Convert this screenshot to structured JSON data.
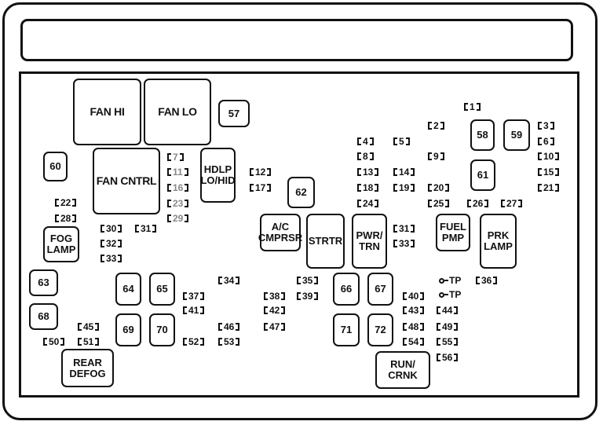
{
  "boxes": [
    {
      "id": "fan-hi",
      "label": "FAN HI"
    },
    {
      "id": "fan-lo",
      "label": "FAN LO"
    },
    {
      "id": "57",
      "label": "57"
    },
    {
      "id": "60",
      "label": "60"
    },
    {
      "id": "fan-cntrl",
      "label": "FAN CNTRL"
    },
    {
      "id": "hdlp",
      "label": "HDLP\nLO/HID"
    },
    {
      "id": "62",
      "label": "62"
    },
    {
      "id": "fog",
      "label": "FOG\nLAMP"
    },
    {
      "id": "ac",
      "label": "A/C\nCMPRSR"
    },
    {
      "id": "strtr",
      "label": "STRTR"
    },
    {
      "id": "pwr",
      "label": "PWR/\nTRN"
    },
    {
      "id": "fuel",
      "label": "FUEL\nPMP"
    },
    {
      "id": "prk",
      "label": "PRK\nLAMP"
    },
    {
      "id": "58",
      "label": "58"
    },
    {
      "id": "59",
      "label": "59"
    },
    {
      "id": "61",
      "label": "61"
    },
    {
      "id": "63",
      "label": "63"
    },
    {
      "id": "68",
      "label": "68"
    },
    {
      "id": "64",
      "label": "64"
    },
    {
      "id": "65",
      "label": "65"
    },
    {
      "id": "69",
      "label": "69"
    },
    {
      "id": "70",
      "label": "70"
    },
    {
      "id": "66",
      "label": "66"
    },
    {
      "id": "67",
      "label": "67"
    },
    {
      "id": "71",
      "label": "71"
    },
    {
      "id": "72",
      "label": "72"
    },
    {
      "id": "rear",
      "label": "REAR\nDEFOG"
    },
    {
      "id": "run",
      "label": "RUN/\nCRNK"
    }
  ],
  "fuses": [
    {
      "id": "1",
      "label": "1"
    },
    {
      "id": "2",
      "label": "2"
    },
    {
      "id": "3",
      "label": "3"
    },
    {
      "id": "4",
      "label": "4"
    },
    {
      "id": "5",
      "label": "5"
    },
    {
      "id": "6",
      "label": "6"
    },
    {
      "id": "7",
      "label": "7",
      "gray": true
    },
    {
      "id": "8",
      "label": "8"
    },
    {
      "id": "9",
      "label": "9"
    },
    {
      "id": "10",
      "label": "10"
    },
    {
      "id": "11",
      "label": "11",
      "gray": true
    },
    {
      "id": "12",
      "label": "12"
    },
    {
      "id": "13",
      "label": "13"
    },
    {
      "id": "14",
      "label": "14"
    },
    {
      "id": "15",
      "label": "15"
    },
    {
      "id": "16",
      "label": "16",
      "gray": true
    },
    {
      "id": "17",
      "label": "17"
    },
    {
      "id": "18",
      "label": "18"
    },
    {
      "id": "19",
      "label": "19"
    },
    {
      "id": "20",
      "label": "20"
    },
    {
      "id": "21",
      "label": "21"
    },
    {
      "id": "22",
      "label": "22"
    },
    {
      "id": "23",
      "label": "23",
      "gray": true
    },
    {
      "id": "24",
      "label": "24"
    },
    {
      "id": "25",
      "label": "25"
    },
    {
      "id": "26",
      "label": "26"
    },
    {
      "id": "27",
      "label": "27"
    },
    {
      "id": "28",
      "label": "28"
    },
    {
      "id": "29",
      "label": "29",
      "gray": true
    },
    {
      "id": "30",
      "label": "30"
    },
    {
      "id": "31a",
      "label": "31"
    },
    {
      "id": "31b",
      "label": "31"
    },
    {
      "id": "32",
      "label": "32"
    },
    {
      "id": "33a",
      "label": "33"
    },
    {
      "id": "33b",
      "label": "33"
    },
    {
      "id": "34",
      "label": "34"
    },
    {
      "id": "35",
      "label": "35"
    },
    {
      "id": "36",
      "label": "36"
    },
    {
      "id": "37",
      "label": "37"
    },
    {
      "id": "38",
      "label": "38"
    },
    {
      "id": "39",
      "label": "39"
    },
    {
      "id": "40",
      "label": "40"
    },
    {
      "id": "41",
      "label": "41"
    },
    {
      "id": "42",
      "label": "42"
    },
    {
      "id": "43",
      "label": "43"
    },
    {
      "id": "44",
      "label": "44"
    },
    {
      "id": "45",
      "label": "45"
    },
    {
      "id": "46",
      "label": "46"
    },
    {
      "id": "47",
      "label": "47"
    },
    {
      "id": "48",
      "label": "48"
    },
    {
      "id": "49",
      "label": "49"
    },
    {
      "id": "50",
      "label": "50"
    },
    {
      "id": "51",
      "label": "51"
    },
    {
      "id": "52",
      "label": "52"
    },
    {
      "id": "53",
      "label": "53"
    },
    {
      "id": "54",
      "label": "54"
    },
    {
      "id": "55",
      "label": "55"
    },
    {
      "id": "56",
      "label": "56"
    }
  ],
  "test_points": [
    {
      "id": "tp1",
      "label": "TP"
    },
    {
      "id": "tp2",
      "label": "TP"
    }
  ]
}
